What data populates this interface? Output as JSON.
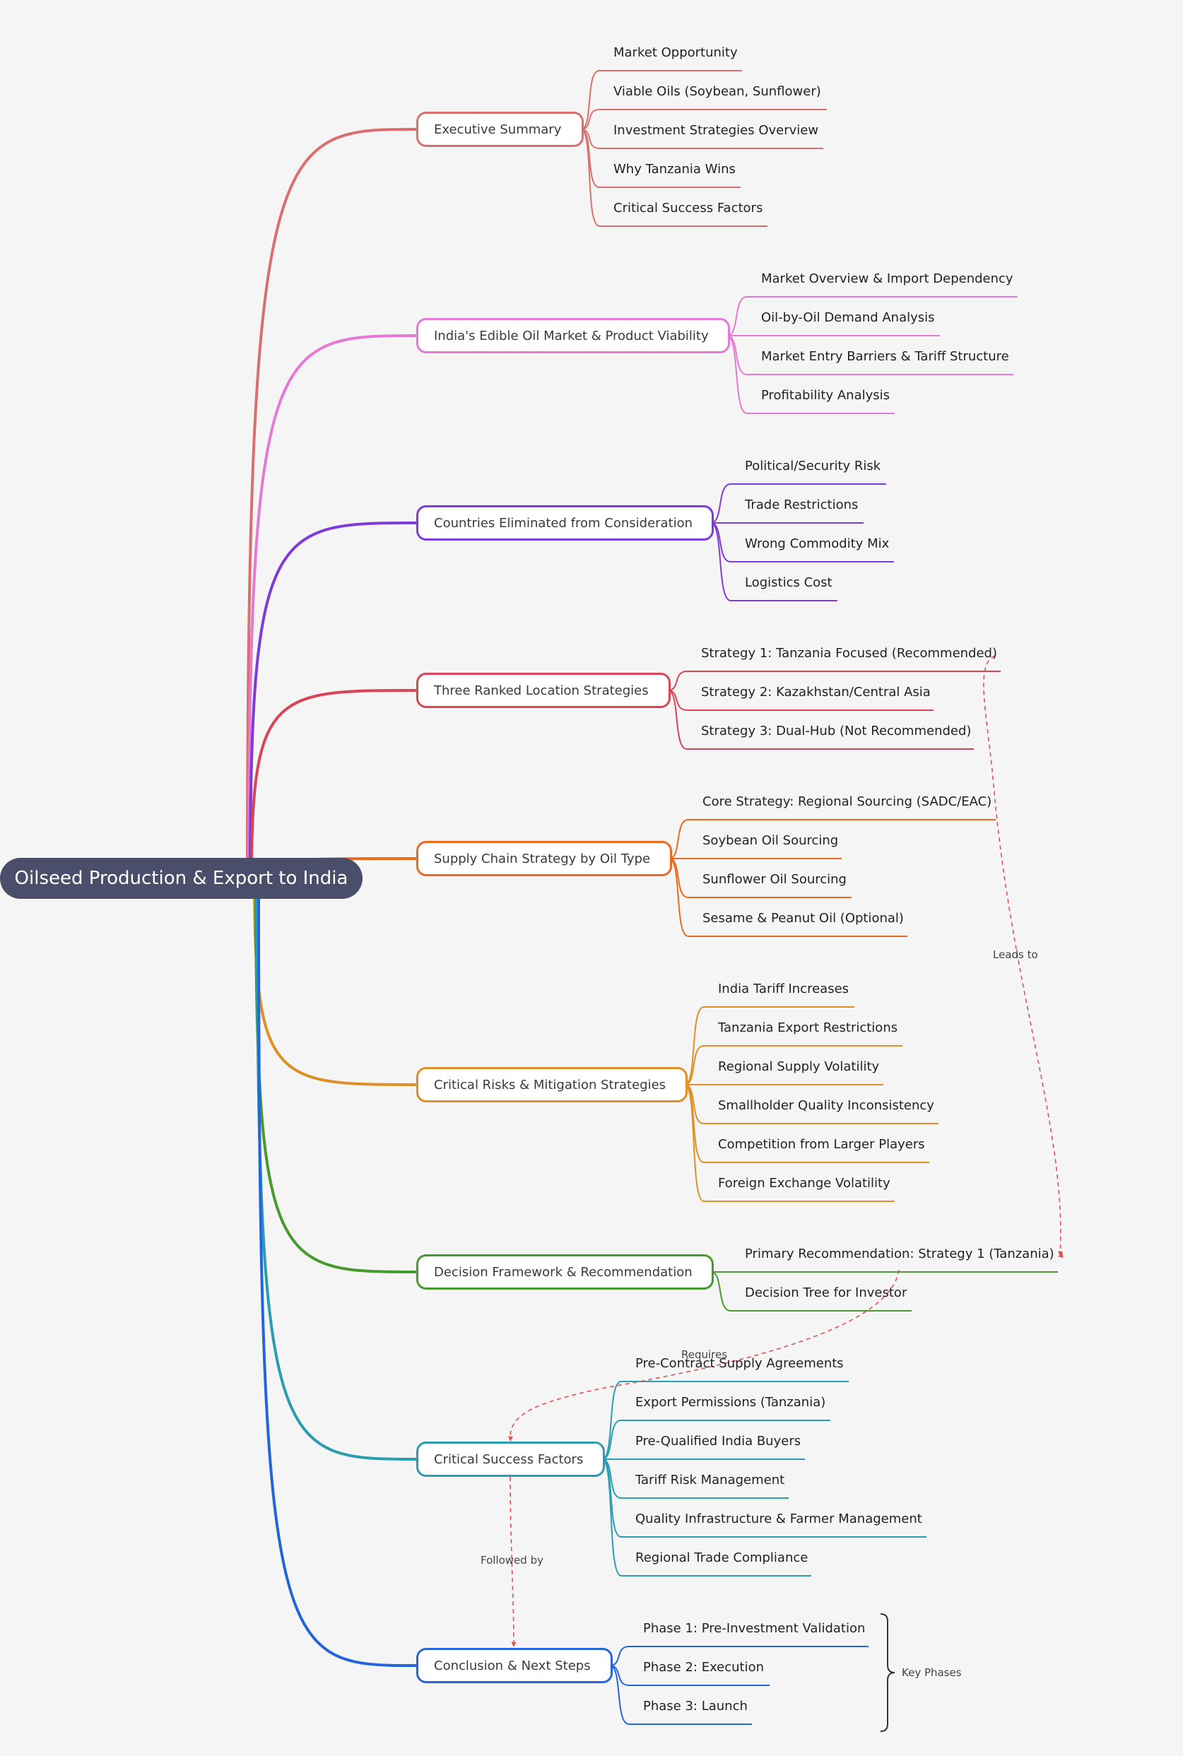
{
  "root": {
    "label": "Oilseed Production & Export to India"
  },
  "branches": [
    {
      "label": "Executive Summary",
      "color": "#d9706f",
      "children": [
        "Market Opportunity",
        "Viable Oils (Soybean, Sunflower)",
        "Investment Strategies Overview",
        "Why Tanzania Wins",
        "Critical Success Factors"
      ]
    },
    {
      "label": "India's Edible Oil Market & Product Viability",
      "color": "#e57ad4",
      "children": [
        "Market Overview & Import Dependency",
        "Oil-by-Oil Demand Analysis",
        "Market Entry Barriers & Tariff Structure",
        "Profitability Analysis"
      ]
    },
    {
      "label": "Countries Eliminated from Consideration",
      "color": "#7e3bd9",
      "children": [
        "Political/Security Risk",
        "Trade Restrictions",
        "Wrong Commodity Mix",
        "Logistics Cost"
      ]
    },
    {
      "label": "Three Ranked Location Strategies",
      "color": "#d94456",
      "children": [
        "Strategy 1: Tanzania Focused (Recommended)",
        "Strategy 2: Kazakhstan/Central Asia",
        "Strategy 3: Dual-Hub (Not Recommended)"
      ]
    },
    {
      "label": "Supply Chain Strategy by Oil Type",
      "color": "#ec6a1f",
      "children": [
        "Core Strategy: Regional Sourcing (SADC/EAC)",
        "Soybean Oil Sourcing",
        "Sunflower Oil Sourcing",
        "Sesame & Peanut Oil (Optional)"
      ]
    },
    {
      "label": "Critical Risks & Mitigation Strategies",
      "color": "#de8f25",
      "children": [
        "India Tariff Increases",
        "Tanzania Export Restrictions",
        "Regional Supply Volatility",
        "Smallholder Quality Inconsistency",
        "Competition from Larger Players",
        "Foreign Exchange Volatility"
      ]
    },
    {
      "label": "Decision Framework & Recommendation",
      "color": "#479a2d",
      "children": [
        "Primary Recommendation: Strategy 1 (Tanzania)",
        "Decision Tree for Investor"
      ]
    },
    {
      "label": "Critical Success Factors",
      "color": "#2b9db0",
      "children": [
        "Pre-Contract Supply Agreements",
        "Export Permissions (Tanzania)",
        "Pre-Qualified India Buyers",
        "Tariff Risk Management",
        "Quality Infrastructure & Farmer Management",
        "Regional Trade Compliance"
      ]
    },
    {
      "label": "Conclusion & Next Steps",
      "color": "#2366dc",
      "children": [
        "Phase 1: Pre-Investment Validation",
        "Phase 2: Execution",
        "Phase 3: Launch"
      ]
    }
  ],
  "cross_links": [
    {
      "from": "Strategy 1: Tanzania Focused (Recommended)",
      "to": "Primary Recommendation: Strategy 1 (Tanzania)",
      "label": "Leads to",
      "color": "#e0524f"
    },
    {
      "from": "Primary Recommendation: Strategy 1 (Tanzania)",
      "to": "Critical Success Factors",
      "label": "Requires",
      "color": "#e0524f"
    },
    {
      "from": "Critical Success Factors",
      "to": "Conclusion & Next Steps",
      "label": "Followed by",
      "color": "#e0524f"
    }
  ],
  "bracket": {
    "label": "Key Phases"
  }
}
